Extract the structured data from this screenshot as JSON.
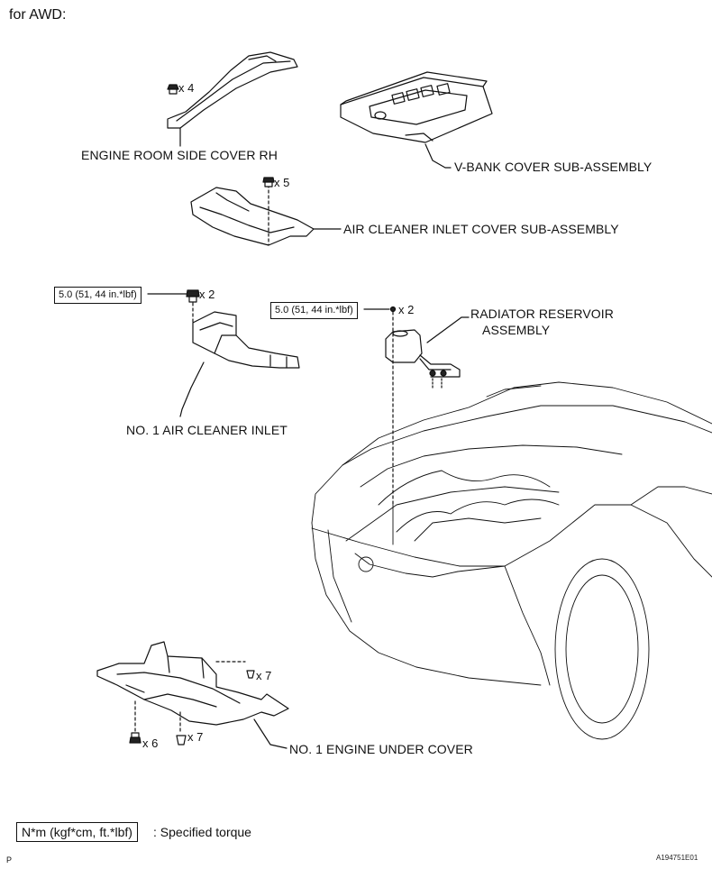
{
  "header": {
    "title": "for AWD:"
  },
  "parts": {
    "side_cover_rh": {
      "label": "ENGINE ROOM SIDE COVER RH",
      "qty": "x 4"
    },
    "vbank_cover": {
      "label": "V-BANK COVER SUB-ASSEMBLY"
    },
    "air_inlet_cover": {
      "label": "AIR CLEANER INLET COVER SUB-ASSEMBLY",
      "qty": "x 5"
    },
    "air_cleaner_inlet": {
      "label": "NO. 1 AIR CLEANER INLET",
      "qty": "x 2",
      "torque": "5.0 (51, 44 in.*lbf)"
    },
    "radiator_reservoir": {
      "label_line1": "RADIATOR RESERVOIR",
      "label_line2": "ASSEMBLY",
      "qty": "x 2",
      "torque": "5.0 (51, 44 in.*lbf)"
    },
    "engine_under_cover": {
      "label": "NO. 1 ENGINE UNDER COVER",
      "qty_a": "x 7",
      "qty_b": "x 6",
      "qty_c": "x 7"
    }
  },
  "legend": {
    "unit": "N*m (kgf*cm, ft.*lbf)",
    "text": ": Specified torque"
  },
  "footer": {
    "left_mark": "P",
    "figure_id": "A194751E01"
  }
}
